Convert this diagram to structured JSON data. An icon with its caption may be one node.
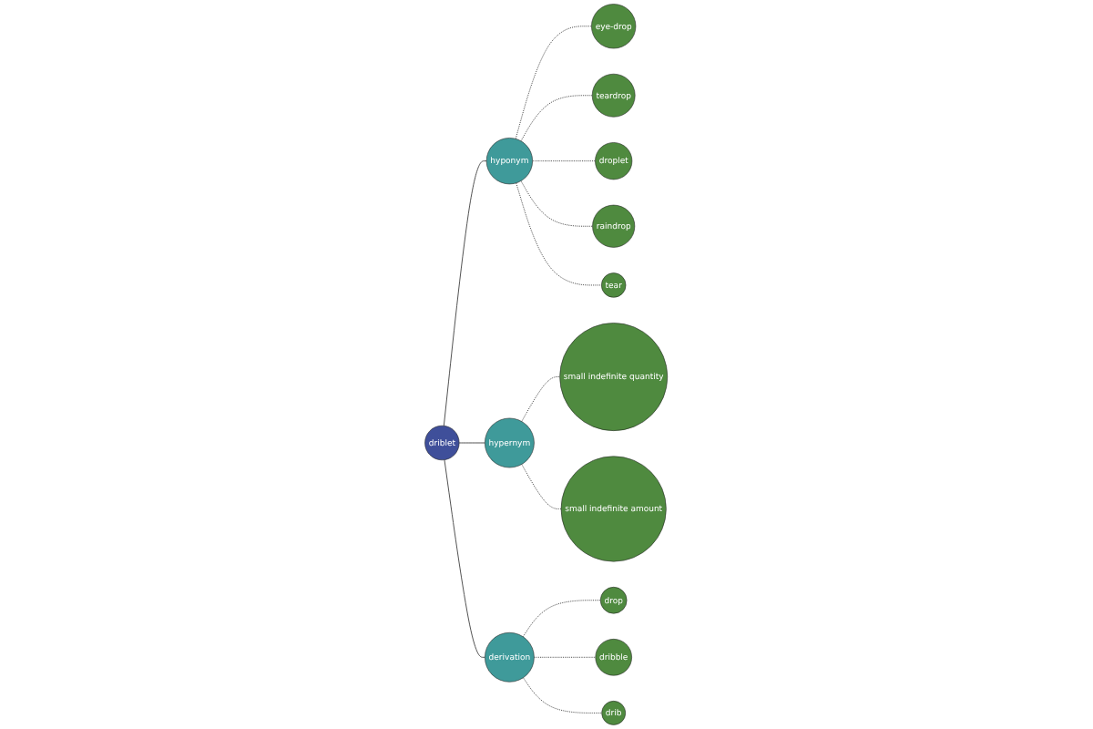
{
  "diagram": {
    "nodes": [
      {
        "text": [
          "eye-drop"
        ]
      },
      {
        "text": [
          "teardrop"
        ]
      },
      {
        "text": [
          "droplet"
        ]
      },
      {
        "text": [
          "raindrop"
        ]
      },
      {
        "text": [
          "hyponym"
        ]
      },
      {
        "text": [
          "tear"
        ]
      },
      {
        "text": [
          "small indefinite quantity"
        ]
      },
      {
        "text": [
          "hypernym"
        ]
      },
      {
        "text": [
          "driblet"
        ]
      },
      {
        "text": [
          "small indefinite amount"
        ]
      },
      {
        "text": [
          "derivation"
        ]
      },
      {
        "text": [
          "drop"
        ]
      },
      {
        "text": [
          "dribble"
        ]
      },
      {
        "text": [
          "drib"
        ]
      }
    ],
    "edges": [
      {
        "from": 8,
        "to": 4,
        "arrow": "none"
      },
      {
        "from": 8,
        "to": 7,
        "arrow": "none"
      },
      {
        "from": 8,
        "to": 10,
        "arrow": "none"
      },
      {
        "from": 4,
        "to": 0,
        "arrow": "none",
        "style": "dashed"
      },
      {
        "from": 4,
        "to": 1,
        "arrow": "none",
        "style": "dashed"
      },
      {
        "from": 4,
        "to": 2,
        "arrow": "none",
        "style": "dashed"
      },
      {
        "from": 4,
        "to": 3,
        "arrow": "none",
        "style": "dashed"
      },
      {
        "from": 4,
        "to": 5,
        "arrow": "none",
        "style": "dashed"
      },
      {
        "from": 7,
        "to": 6,
        "arrow": "none",
        "style": "dashed"
      },
      {
        "from": 7,
        "to": 9,
        "arrow": "none",
        "style": "dashed"
      },
      {
        "from": 10,
        "to": 11,
        "arrow": "none",
        "style": "dashed"
      },
      {
        "from": 10,
        "to": 12,
        "arrow": "none",
        "style": "dashed"
      },
      {
        "from": 10,
        "to": 13,
        "arrow": "none",
        "style": "dashed"
      }
    ]
  }
}
